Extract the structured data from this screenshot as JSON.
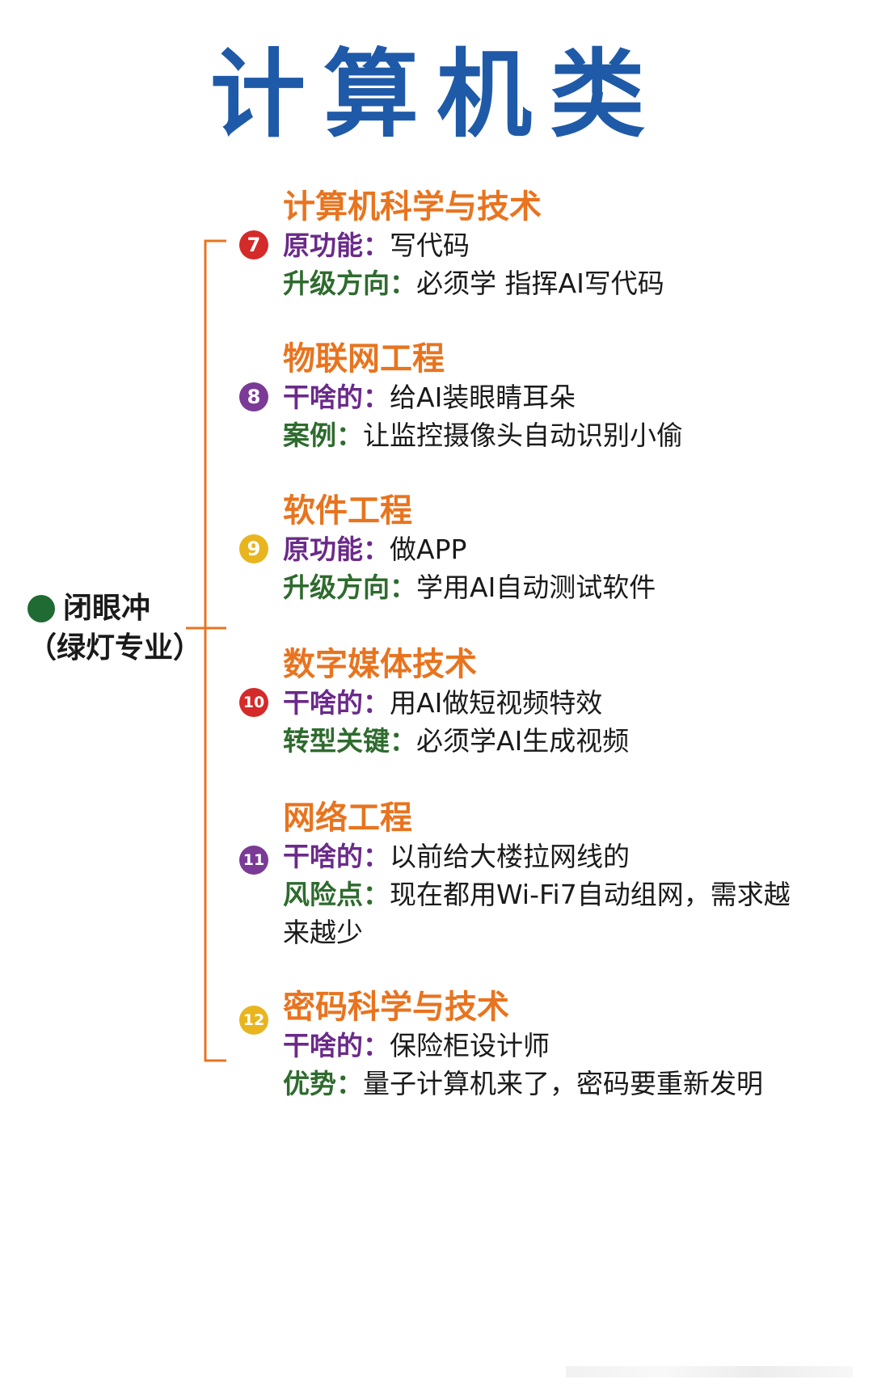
{
  "title": "计算机类",
  "root": {
    "line1": "闭眼冲",
    "line2": "（绿灯专业）",
    "dot_color": "#1f6b33"
  },
  "colors": {
    "title": "#1f5aa8",
    "branch_line": "#e8741f",
    "item_title": "#e8741f",
    "label_purple": "#6b2a8a",
    "label_green": "#2e6b2e"
  },
  "items": [
    {
      "number": "7",
      "badge_color": "#d42a2a",
      "title": "计算机科学与技术",
      "lines": [
        {
          "label": "原功能：",
          "label_color": "purple",
          "value": "写代码"
        },
        {
          "label": "升级方向：",
          "label_color": "green",
          "value": "必须学 指挥AI写代码"
        }
      ]
    },
    {
      "number": "8",
      "badge_color": "#7a3a96",
      "title": "物联网工程",
      "lines": [
        {
          "label": "干啥的：",
          "label_color": "purple",
          "value": "给AI装眼睛耳朵"
        },
        {
          "label": "案例：",
          "label_color": "green",
          "value": "让监控摄像头自动识别小偷"
        }
      ]
    },
    {
      "number": "9",
      "badge_color": "#e8b51f",
      "title": "软件工程",
      "lines": [
        {
          "label": "原功能：",
          "label_color": "purple",
          "value": "做APP"
        },
        {
          "label": "升级方向：",
          "label_color": "green",
          "value": "学用AI自动测试软件"
        }
      ]
    },
    {
      "number": "10",
      "badge_color": "#d42a2a",
      "title": "数字媒体技术",
      "lines": [
        {
          "label": "干啥的：",
          "label_color": "purple",
          "value": "用AI做短视频特效"
        },
        {
          "label": "转型关键：",
          "label_color": "green",
          "value": "必须学AI生成视频"
        }
      ]
    },
    {
      "number": "11",
      "badge_color": "#7a3a96",
      "title": "网络工程",
      "lines": [
        {
          "label": "干啥的：",
          "label_color": "purple",
          "value": "以前给大楼拉网线的"
        },
        {
          "label": "风险点：",
          "label_color": "green",
          "value": "现在都用Wi-Fi7自动组网，需求越来越少"
        }
      ]
    },
    {
      "number": "12",
      "badge_color": "#e8b51f",
      "title": "密码科学与技术",
      "lines": [
        {
          "label": "干啥的：",
          "label_color": "purple",
          "value": "保险柜设计师"
        },
        {
          "label": "优势：",
          "label_color": "green",
          "value": "量子计算机来了，密码要重新发明"
        }
      ]
    }
  ]
}
